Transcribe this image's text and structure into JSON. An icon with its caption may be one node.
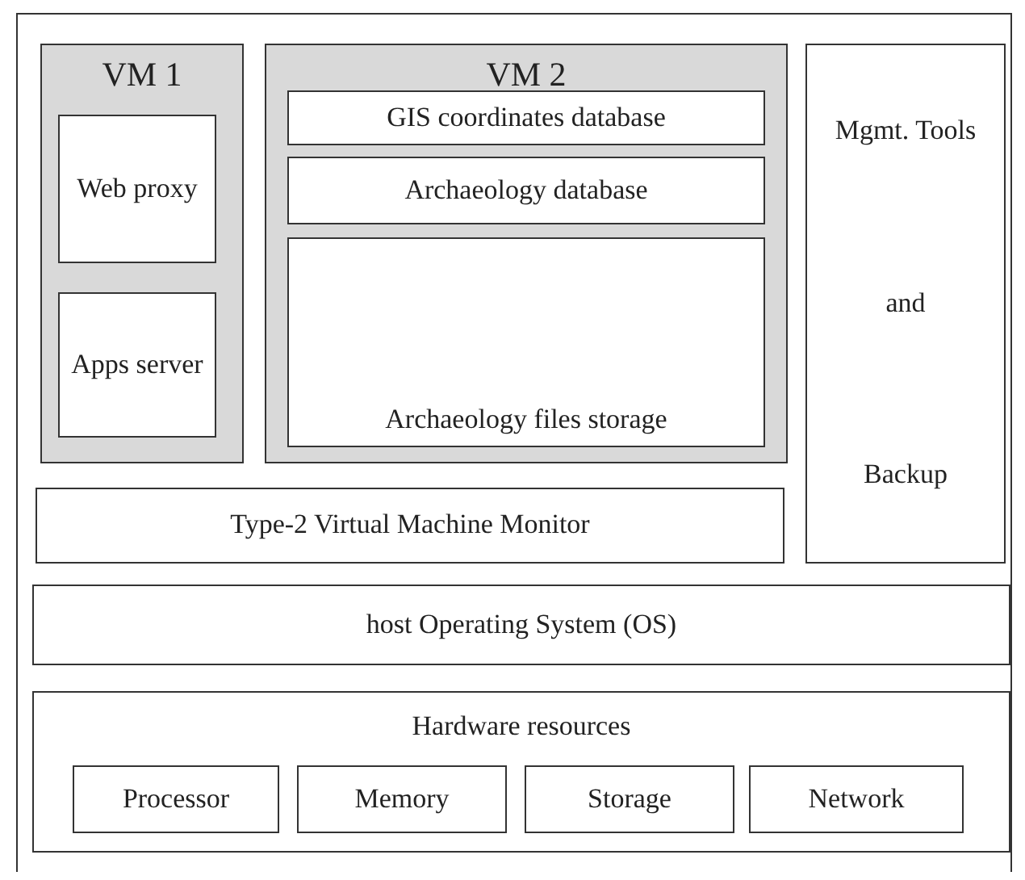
{
  "diagram": {
    "nodes": [
      {
        "text": [
          "VM 1"
        ]
      },
      {
        "text": [
          "Web proxy"
        ],
        "in": 0
      },
      {
        "text": [
          "Apps server"
        ],
        "in": 0
      },
      {
        "text": [
          "VM 2"
        ]
      },
      {
        "text": [
          "GIS coordinates database"
        ],
        "in": 3
      },
      {
        "text": [
          "Archaeology database"
        ],
        "in": 3
      },
      {
        "text": [
          "Archaeology files storage"
        ],
        "in": 3
      },
      {
        "text": [
          "Mgmt. Tools",
          "and",
          "Backup"
        ]
      },
      {
        "text": [
          "Type-2 Virtual Machine Monitor"
        ]
      },
      {
        "text": [
          "host Operating System (OS)"
        ]
      },
      {
        "text": [
          "Hardware resources"
        ]
      },
      {
        "text": [
          "Processor"
        ],
        "in": 10
      },
      {
        "text": [
          "Memory"
        ],
        "in": 10
      },
      {
        "text": [
          "Storage"
        ],
        "in": 10
      },
      {
        "text": [
          "Network"
        ],
        "in": 10
      }
    ],
    "edges": []
  }
}
